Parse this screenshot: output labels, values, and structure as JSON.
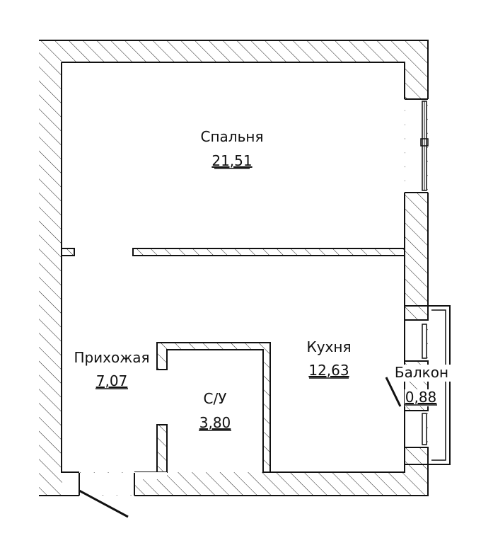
{
  "colors": {
    "wall_stroke": "#111111",
    "hatch": "#222222",
    "background": "#ffffff"
  },
  "rooms": [
    {
      "name": "Спальня",
      "area": "21,51"
    },
    {
      "name": "Кухня",
      "area": "12,63"
    },
    {
      "name": "Прихожая",
      "area": "7,07"
    },
    {
      "name": "С/У",
      "area": "3,80"
    },
    {
      "name": "Балкон",
      "area": "0,88"
    }
  ]
}
